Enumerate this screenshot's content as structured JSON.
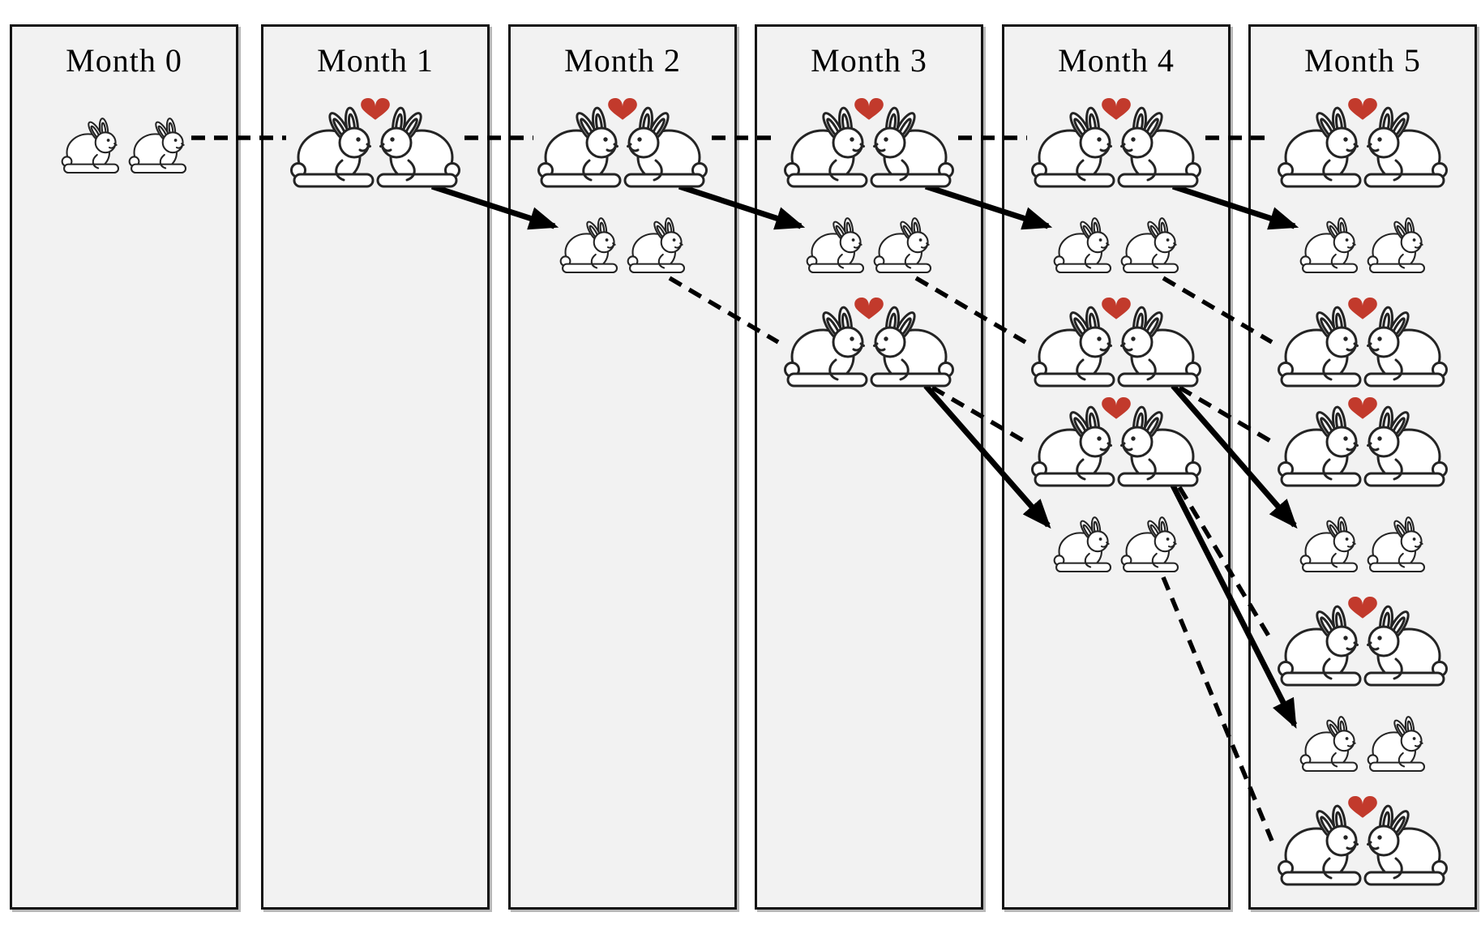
{
  "figure": {
    "description": "Fibonacci rabbit breeding diagram",
    "pairs_per_month": [
      1,
      1,
      2,
      3,
      5,
      8
    ],
    "columns": [
      {
        "label": "Month 0",
        "pairs": [
          {
            "row": 1,
            "type": "young"
          }
        ]
      },
      {
        "label": "Month 1",
        "pairs": [
          {
            "row": 1,
            "type": "adult"
          }
        ]
      },
      {
        "label": "Month 2",
        "pairs": [
          {
            "row": 1,
            "type": "adult"
          },
          {
            "row": 2,
            "type": "young"
          }
        ]
      },
      {
        "label": "Month 3",
        "pairs": [
          {
            "row": 1,
            "type": "adult"
          },
          {
            "row": 2,
            "type": "young"
          },
          {
            "row": 3,
            "type": "adult"
          }
        ]
      },
      {
        "label": "Month 4",
        "pairs": [
          {
            "row": 1,
            "type": "adult"
          },
          {
            "row": 2,
            "type": "young"
          },
          {
            "row": 3,
            "type": "adult"
          },
          {
            "row": 4,
            "type": "adult"
          },
          {
            "row": 5,
            "type": "young"
          }
        ]
      },
      {
        "label": "Month 5",
        "pairs": [
          {
            "row": 1,
            "type": "adult"
          },
          {
            "row": 2,
            "type": "young"
          },
          {
            "row": 3,
            "type": "adult"
          },
          {
            "row": 4,
            "type": "adult"
          },
          {
            "row": 5,
            "type": "young"
          },
          {
            "row": 6,
            "type": "adult"
          },
          {
            "row": 7,
            "type": "young"
          },
          {
            "row": 8,
            "type": "adult"
          }
        ]
      }
    ],
    "connections": [
      {
        "from": {
          "month": 0,
          "row": 1
        },
        "to": {
          "month": 1,
          "row": 1
        },
        "type": "continues"
      },
      {
        "from": {
          "month": 1,
          "row": 1
        },
        "to": {
          "month": 2,
          "row": 1
        },
        "type": "continues"
      },
      {
        "from": {
          "month": 1,
          "row": 1
        },
        "to": {
          "month": 2,
          "row": 2
        },
        "type": "offspring"
      },
      {
        "from": {
          "month": 2,
          "row": 1
        },
        "to": {
          "month": 3,
          "row": 1
        },
        "type": "continues"
      },
      {
        "from": {
          "month": 2,
          "row": 1
        },
        "to": {
          "month": 3,
          "row": 2
        },
        "type": "offspring"
      },
      {
        "from": {
          "month": 2,
          "row": 2
        },
        "to": {
          "month": 3,
          "row": 3
        },
        "type": "continues"
      },
      {
        "from": {
          "month": 3,
          "row": 1
        },
        "to": {
          "month": 4,
          "row": 1
        },
        "type": "continues"
      },
      {
        "from": {
          "month": 3,
          "row": 1
        },
        "to": {
          "month": 4,
          "row": 2
        },
        "type": "offspring"
      },
      {
        "from": {
          "month": 3,
          "row": 2
        },
        "to": {
          "month": 4,
          "row": 3
        },
        "type": "continues"
      },
      {
        "from": {
          "month": 3,
          "row": 3
        },
        "to": {
          "month": 4,
          "row": 4
        },
        "type": "continues"
      },
      {
        "from": {
          "month": 3,
          "row": 3
        },
        "to": {
          "month": 4,
          "row": 5
        },
        "type": "offspring"
      },
      {
        "from": {
          "month": 4,
          "row": 1
        },
        "to": {
          "month": 5,
          "row": 1
        },
        "type": "continues"
      },
      {
        "from": {
          "month": 4,
          "row": 1
        },
        "to": {
          "month": 5,
          "row": 2
        },
        "type": "offspring"
      },
      {
        "from": {
          "month": 4,
          "row": 2
        },
        "to": {
          "month": 5,
          "row": 3
        },
        "type": "continues"
      },
      {
        "from": {
          "month": 4,
          "row": 3
        },
        "to": {
          "month": 5,
          "row": 4
        },
        "type": "continues"
      },
      {
        "from": {
          "month": 4,
          "row": 3
        },
        "to": {
          "month": 5,
          "row": 5
        },
        "type": "offspring"
      },
      {
        "from": {
          "month": 4,
          "row": 4
        },
        "to": {
          "month": 5,
          "row": 6
        },
        "type": "continues"
      },
      {
        "from": {
          "month": 4,
          "row": 4
        },
        "to": {
          "month": 5,
          "row": 7
        },
        "type": "offspring"
      },
      {
        "from": {
          "month": 4,
          "row": 5
        },
        "to": {
          "month": 5,
          "row": 8
        },
        "type": "continues"
      }
    ],
    "icons": {
      "heart": "❤",
      "rabbit": "🐇"
    },
    "colors": {
      "heart": "#c23a2c",
      "rabbit_outline": "#242424",
      "rabbit_fill": "#ffffff",
      "box_fill": "#f2f2f2",
      "box_border": "#141414",
      "connector": "#000000",
      "background": "#ffffff"
    }
  }
}
